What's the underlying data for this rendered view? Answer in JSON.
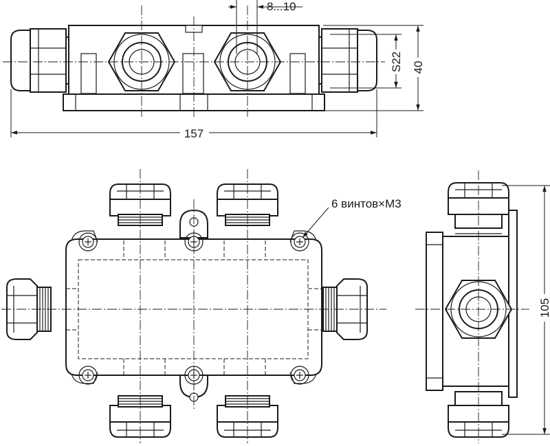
{
  "dimensions": {
    "length": "157",
    "height": "40",
    "wrench": "S22",
    "cable_range": "8...10",
    "width": "105"
  },
  "annotations": {
    "screws": "6 винтов×M3"
  },
  "colors": {
    "line": "#1a1a1a",
    "background": "#ffffff"
  }
}
